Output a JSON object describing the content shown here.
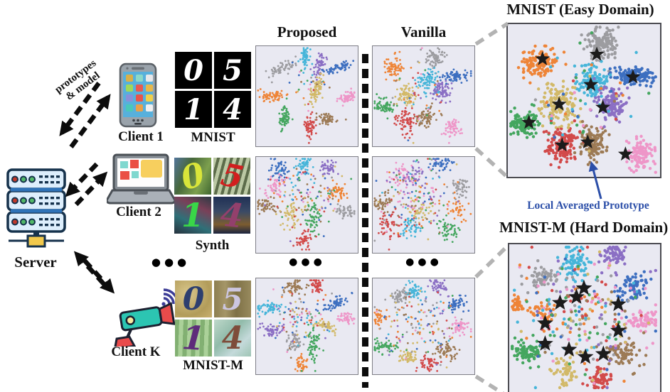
{
  "figure": {
    "link_label": {
      "line1": "prototypes",
      "line2": "& model"
    },
    "server": {
      "label": "Server"
    },
    "clients": [
      {
        "label": "Client 1",
        "icon": "smartphone-icon"
      },
      {
        "label": "Client 2",
        "icon": "laptop-icon"
      },
      {
        "label": "Client K",
        "icon": "cctv-camera-icon"
      }
    ],
    "ellipsis": "●●●",
    "columns": {
      "proposed": "Proposed",
      "vanilla": "Vanilla"
    },
    "datasets": [
      {
        "label": "MNIST",
        "digits": [
          "0",
          "5",
          "1",
          "4"
        ]
      },
      {
        "label": "Synth",
        "digits": [
          "0",
          "5",
          "1",
          "4"
        ]
      },
      {
        "label": "MNIST-M",
        "digits": [
          "0",
          "5",
          "1",
          "4"
        ]
      }
    ],
    "right": {
      "easy_title": "MNIST (Easy Domain)",
      "hard_title": "MNIST-M (Hard Domain)",
      "prototype_label": "Local Averaged Prototype",
      "prototype_color": "#2b4ea8"
    }
  },
  "chart_data": {
    "type": "scatter",
    "description": "t-SNE feature embeddings per client domain; coordinates are fractions of each panel, clusters as [color,cx,cy,sx,sy,n,angle], noise as [n,cx,cy,s], stars are local averaged prototypes",
    "palette": {
      "blue": "#3d6fc0",
      "orange": "#ee8437",
      "green": "#44a65f",
      "red": "#d24a4a",
      "purple": "#8b6fc4",
      "brown": "#9c7a55",
      "pink": "#ee96c8",
      "gray": "#9c9ca0",
      "khaki": "#d2b968",
      "cyan": "#46b5d9"
    },
    "order": [
      "blue",
      "orange",
      "green",
      "red",
      "purple",
      "brown",
      "pink",
      "gray",
      "khaki",
      "cyan"
    ],
    "panels": [
      {
        "id": "p-mnist",
        "label": "Proposed / MNIST",
        "r": 1.4,
        "clusters": [
          [
            "gray",
            0.27,
            0.22,
            0.075,
            0.03,
            60,
            -0.45
          ],
          [
            "cyan",
            0.49,
            0.12,
            0.022,
            0.065,
            55,
            0
          ],
          [
            "purple",
            0.63,
            0.2,
            0.026,
            0.06,
            55,
            0.15
          ],
          [
            "blue",
            0.82,
            0.22,
            0.06,
            0.022,
            60,
            -0.35
          ],
          [
            "khaki",
            0.6,
            0.45,
            0.03,
            0.075,
            70,
            0.35
          ],
          [
            "orange",
            0.17,
            0.5,
            0.07,
            0.028,
            60,
            -0.12
          ],
          [
            "pink",
            0.9,
            0.52,
            0.05,
            0.028,
            55,
            -0.3
          ],
          [
            "green",
            0.29,
            0.73,
            0.026,
            0.07,
            60,
            0.12
          ],
          [
            "red",
            0.54,
            0.81,
            0.03,
            0.065,
            60,
            0
          ],
          [
            "brown",
            0.7,
            0.74,
            0.05,
            0.03,
            55,
            0.25
          ]
        ],
        "noise": [
          30,
          0.55,
          0.38,
          0.1
        ]
      },
      {
        "id": "v-mnist",
        "label": "Vanilla / MNIST",
        "r": 1.4,
        "clusters": [
          [
            "gray",
            0.62,
            0.12,
            0.05,
            0.045,
            70,
            0
          ],
          [
            "orange",
            0.21,
            0.21,
            0.055,
            0.05,
            70,
            0.6
          ],
          [
            "blue",
            0.83,
            0.3,
            0.065,
            0.028,
            75,
            0
          ],
          [
            "cyan",
            0.55,
            0.35,
            0.05,
            0.05,
            75,
            0
          ],
          [
            "purple",
            0.68,
            0.47,
            0.05,
            0.05,
            75,
            0
          ],
          [
            "khaki",
            0.33,
            0.5,
            0.05,
            0.06,
            75,
            0
          ],
          [
            "green",
            0.11,
            0.62,
            0.05,
            0.04,
            65,
            0
          ],
          [
            "red",
            0.34,
            0.77,
            0.05,
            0.06,
            75,
            0
          ],
          [
            "brown",
            0.53,
            0.72,
            0.05,
            0.05,
            70,
            0
          ],
          [
            "pink",
            0.8,
            0.83,
            0.04,
            0.05,
            60,
            0
          ]
        ],
        "noise": [
          45,
          0.5,
          0.5,
          0.15
        ]
      },
      {
        "id": "p-synth",
        "label": "Proposed / Synth",
        "r": 1.4,
        "clusters": [
          [
            "blue",
            0.22,
            0.12,
            0.05,
            0.05,
            50,
            0
          ],
          [
            "cyan",
            0.47,
            0.08,
            0.04,
            0.055,
            50,
            0
          ],
          [
            "purple",
            0.73,
            0.12,
            0.04,
            0.05,
            48,
            0
          ],
          [
            "pink",
            0.2,
            0.32,
            0.05,
            0.06,
            50,
            0
          ],
          [
            "orange",
            0.8,
            0.38,
            0.05,
            0.05,
            52,
            0
          ],
          [
            "brown",
            0.1,
            0.52,
            0.05,
            0.04,
            48,
            0
          ],
          [
            "khaki",
            0.35,
            0.62,
            0.05,
            0.07,
            52,
            0
          ],
          [
            "gray",
            0.88,
            0.58,
            0.05,
            0.04,
            48,
            0
          ],
          [
            "green",
            0.57,
            0.66,
            0.04,
            0.08,
            52,
            0
          ],
          [
            "red",
            0.48,
            0.87,
            0.04,
            0.06,
            50,
            0
          ]
        ],
        "noise": [
          120,
          0.5,
          0.4,
          0.16
        ]
      },
      {
        "id": "v-synth",
        "label": "Vanilla / Synth",
        "r": 1.4,
        "clusters": [
          [
            "blue",
            0.68,
            0.08,
            0.06,
            0.05,
            48,
            0
          ],
          [
            "pink",
            0.3,
            0.22,
            0.07,
            0.08,
            50,
            0
          ],
          [
            "gray",
            0.87,
            0.33,
            0.05,
            0.05,
            48,
            0
          ],
          [
            "purple",
            0.42,
            0.2,
            0.06,
            0.06,
            38,
            0
          ],
          [
            "brown",
            0.1,
            0.48,
            0.05,
            0.06,
            48,
            0
          ],
          [
            "orange",
            0.85,
            0.55,
            0.06,
            0.06,
            42,
            0
          ],
          [
            "red",
            0.15,
            0.7,
            0.06,
            0.07,
            52,
            0
          ],
          [
            "cyan",
            0.4,
            0.75,
            0.06,
            0.06,
            48,
            0
          ],
          [
            "green",
            0.75,
            0.78,
            0.05,
            0.06,
            48,
            0
          ],
          [
            "khaki",
            0.45,
            0.57,
            0.06,
            0.06,
            38,
            0
          ]
        ],
        "noise": [
          160,
          0.48,
          0.45,
          0.2
        ]
      },
      {
        "id": "p-mnistm",
        "label": "Proposed / MNIST-M",
        "r": 1.4,
        "clusters": [
          [
            "brown",
            0.38,
            0.09,
            0.05,
            0.035,
            52,
            0
          ],
          [
            "red",
            0.6,
            0.07,
            0.028,
            0.05,
            48,
            0
          ],
          [
            "blue",
            0.8,
            0.26,
            0.065,
            0.025,
            58,
            -0.5
          ],
          [
            "cyan",
            0.12,
            0.32,
            0.075,
            0.028,
            58,
            0
          ],
          [
            "pink",
            0.9,
            0.42,
            0.05,
            0.026,
            45,
            0
          ],
          [
            "purple",
            0.17,
            0.55,
            0.06,
            0.028,
            52,
            0.2
          ],
          [
            "khaki",
            0.7,
            0.5,
            0.06,
            0.028,
            52,
            0.45
          ],
          [
            "gray",
            0.38,
            0.67,
            0.04,
            0.05,
            48,
            0
          ],
          [
            "green",
            0.58,
            0.7,
            0.034,
            0.085,
            58,
            0
          ],
          [
            "orange",
            0.45,
            0.91,
            0.028,
            0.05,
            42,
            0
          ]
        ],
        "noise": [
          110,
          0.45,
          0.42,
          0.15
        ]
      },
      {
        "id": "v-mnistm",
        "label": "Vanilla / MNIST-M",
        "r": 1.4,
        "clusters": [
          [
            "purple",
            0.66,
            0.07,
            0.04,
            0.05,
            48,
            0
          ],
          [
            "cyan",
            0.42,
            0.14,
            0.05,
            0.05,
            52,
            0
          ],
          [
            "gray",
            0.27,
            0.2,
            0.05,
            0.05,
            52,
            0
          ],
          [
            "blue",
            0.84,
            0.27,
            0.06,
            0.035,
            58,
            -0.5
          ],
          [
            "orange",
            0.07,
            0.42,
            0.03,
            0.04,
            38,
            0
          ],
          [
            "pink",
            0.87,
            0.52,
            0.06,
            0.04,
            52,
            0
          ],
          [
            "green",
            0.13,
            0.72,
            0.065,
            0.04,
            58,
            0.3
          ],
          [
            "khaki",
            0.35,
            0.83,
            0.05,
            0.04,
            48,
            0
          ],
          [
            "brown",
            0.73,
            0.76,
            0.06,
            0.05,
            58,
            0
          ],
          [
            "red",
            0.56,
            0.9,
            0.05,
            0.04,
            52,
            0
          ]
        ],
        "noise": [
          150,
          0.48,
          0.48,
          0.18
        ]
      },
      {
        "id": "easy",
        "label": "MNIST (Easy Domain)",
        "r": 2.2,
        "star": 11,
        "clusters": [
          [
            "gray",
            0.62,
            0.13,
            0.05,
            0.055,
            130,
            0
          ],
          [
            "orange",
            0.21,
            0.25,
            0.065,
            0.045,
            130,
            -0.5
          ],
          [
            "blue",
            0.83,
            0.34,
            0.07,
            0.03,
            130,
            0
          ],
          [
            "cyan",
            0.56,
            0.38,
            0.05,
            0.06,
            130,
            0
          ],
          [
            "purple",
            0.69,
            0.53,
            0.05,
            0.05,
            120,
            0
          ],
          [
            "khaki",
            0.34,
            0.53,
            0.06,
            0.06,
            130,
            0
          ],
          [
            "green",
            0.12,
            0.66,
            0.06,
            0.04,
            120,
            0
          ],
          [
            "red",
            0.36,
            0.8,
            0.05,
            0.06,
            130,
            0
          ],
          [
            "brown",
            0.56,
            0.78,
            0.05,
            0.06,
            130,
            0
          ],
          [
            "pink",
            0.88,
            0.86,
            0.04,
            0.05,
            110,
            0
          ]
        ],
        "noise": [
          60,
          0.5,
          0.5,
          0.16
        ],
        "stars": [
          [
            0.59,
            0.2
          ],
          [
            0.23,
            0.23
          ],
          [
            0.83,
            0.35
          ],
          [
            0.55,
            0.4
          ],
          [
            0.63,
            0.55
          ],
          [
            0.34,
            0.53
          ],
          [
            0.14,
            0.65
          ],
          [
            0.36,
            0.8
          ],
          [
            0.53,
            0.78
          ],
          [
            0.78,
            0.86
          ]
        ]
      },
      {
        "id": "hard",
        "label": "MNIST-M (Hard Domain)",
        "r": 2.2,
        "star": 12,
        "clusters": [
          [
            "purple",
            0.7,
            0.08,
            0.04,
            0.06,
            65,
            0
          ],
          [
            "cyan",
            0.44,
            0.13,
            0.05,
            0.07,
            75,
            0
          ],
          [
            "gray",
            0.23,
            0.23,
            0.05,
            0.04,
            65,
            0
          ],
          [
            "blue",
            0.83,
            0.29,
            0.06,
            0.04,
            75,
            -0.5
          ],
          [
            "orange",
            0.06,
            0.4,
            0.026,
            0.03,
            32,
            0
          ],
          [
            "orange",
            0.22,
            0.46,
            0.04,
            0.04,
            36,
            0
          ],
          [
            "pink",
            0.9,
            0.52,
            0.06,
            0.03,
            65,
            0
          ],
          [
            "green",
            0.12,
            0.74,
            0.07,
            0.04,
            75,
            0.3
          ],
          [
            "khaki",
            0.38,
            0.88,
            0.04,
            0.05,
            55,
            0
          ],
          [
            "brown",
            0.76,
            0.75,
            0.06,
            0.05,
            75,
            0
          ],
          [
            "red",
            0.6,
            0.92,
            0.04,
            0.045,
            60,
            0
          ]
        ],
        "noise": [
          260,
          0.47,
          0.48,
          0.2
        ],
        "stars": [
          [
            0.5,
            0.3
          ],
          [
            0.45,
            0.36
          ],
          [
            0.34,
            0.4
          ],
          [
            0.73,
            0.41
          ],
          [
            0.24,
            0.54
          ],
          [
            0.73,
            0.59
          ],
          [
            0.24,
            0.68
          ],
          [
            0.4,
            0.72
          ],
          [
            0.63,
            0.75
          ],
          [
            0.51,
            0.77
          ]
        ]
      }
    ]
  }
}
